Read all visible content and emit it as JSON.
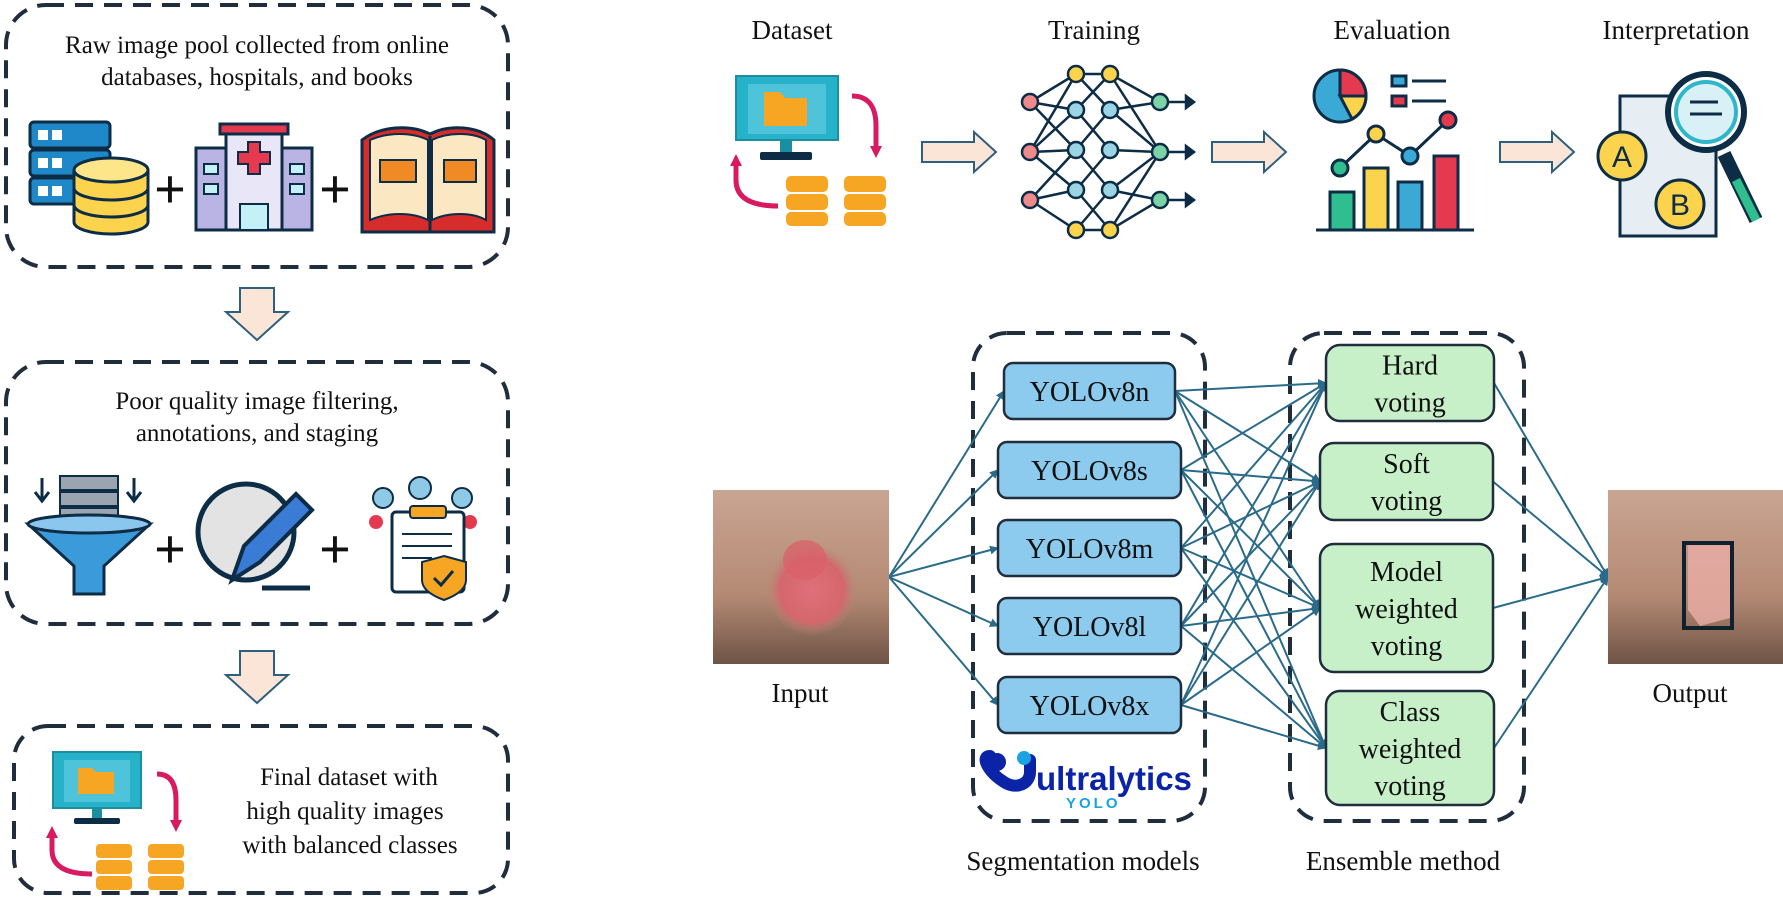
{
  "left_panel": {
    "raw_pool_text": [
      "Raw image pool collected from online",
      "databases, hospitals, and books"
    ],
    "filtering_text": [
      "Poor quality image filtering,",
      "annotations, and staging"
    ],
    "final_text": [
      "Final dataset with",
      "high quality images",
      "with balanced classes"
    ],
    "plus": "+"
  },
  "pipeline": {
    "steps": [
      "Dataset",
      "Training",
      "Evaluation",
      "Interpretation"
    ],
    "interpretation_letters": [
      "A",
      "B"
    ]
  },
  "segmentation": {
    "input_label": "Input",
    "output_label": "Output",
    "models": [
      "YOLOv8n",
      "YOLOv8s",
      "YOLOv8m",
      "YOLOv8l",
      "YOLOv8x"
    ],
    "models_caption": "Segmentation models",
    "logo": {
      "word": "ultralytics",
      "sub": "YOLO"
    },
    "ensembles": [
      [
        "Hard",
        "voting"
      ],
      [
        "Soft",
        "voting"
      ],
      [
        "Model",
        "weighted",
        "voting"
      ],
      [
        "Class",
        "weighted",
        "voting"
      ]
    ],
    "ensemble_caption": "Ensemble method"
  },
  "colors": {
    "box_border": "#1f2d3d",
    "model_fill": "#8ccbee",
    "ensemble_fill": "#c7efc8",
    "connector": "#2a6b8a",
    "arrow_fill": "#fbe5d6",
    "arrow_stroke": "#2f5f7f",
    "accent_pink": "#d81b60",
    "monitor": "#26b3c9",
    "disk": "#f6a623",
    "skin": "#b48a75",
    "lesion": "#d9606a"
  }
}
